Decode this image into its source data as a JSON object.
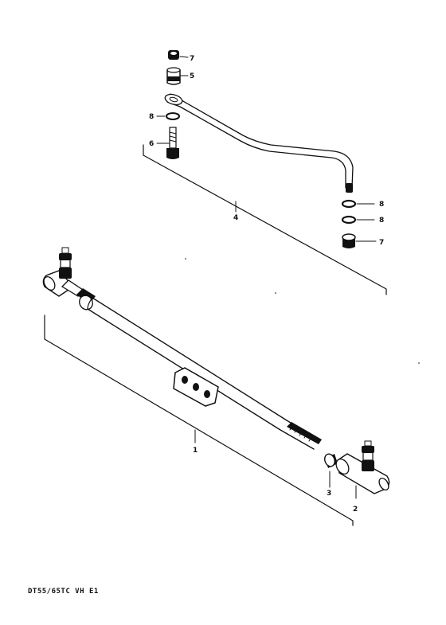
{
  "diagram": {
    "labels": {
      "p1": "1",
      "p2": "2",
      "p3": "3",
      "p4": "4",
      "p5": "5",
      "p6": "6",
      "p7a": "7",
      "p7b": "7",
      "p8a": "8",
      "p8b": "8",
      "p8c": "8"
    },
    "footer_code": "DT55/65TC VH E1"
  }
}
